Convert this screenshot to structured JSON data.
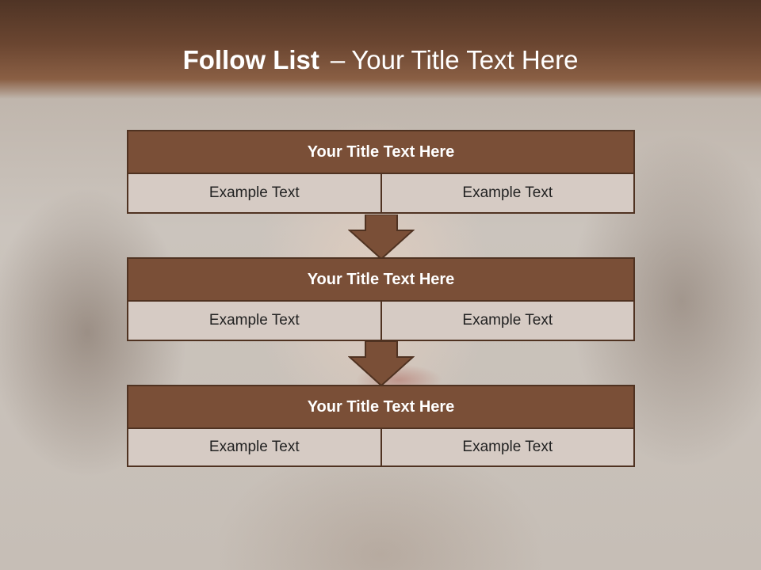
{
  "header": {
    "title_bold": "Follow List",
    "title_sep": "–",
    "title_rest": "Your Title Text Here"
  },
  "blocks": [
    {
      "title": "Your Title Text Here",
      "left": "Example Text",
      "right": "Example Text"
    },
    {
      "title": "Your Title Text Here",
      "left": "Example Text",
      "right": "Example Text"
    },
    {
      "title": "Your Title Text Here",
      "left": "Example Text",
      "right": "Example Text"
    }
  ],
  "colors": {
    "header": "#6b4631",
    "block_title_fill": "#7a4f37",
    "cell_fill": "#d6cbc4",
    "border": "#4f3221",
    "arrow": "#7a4f37"
  }
}
